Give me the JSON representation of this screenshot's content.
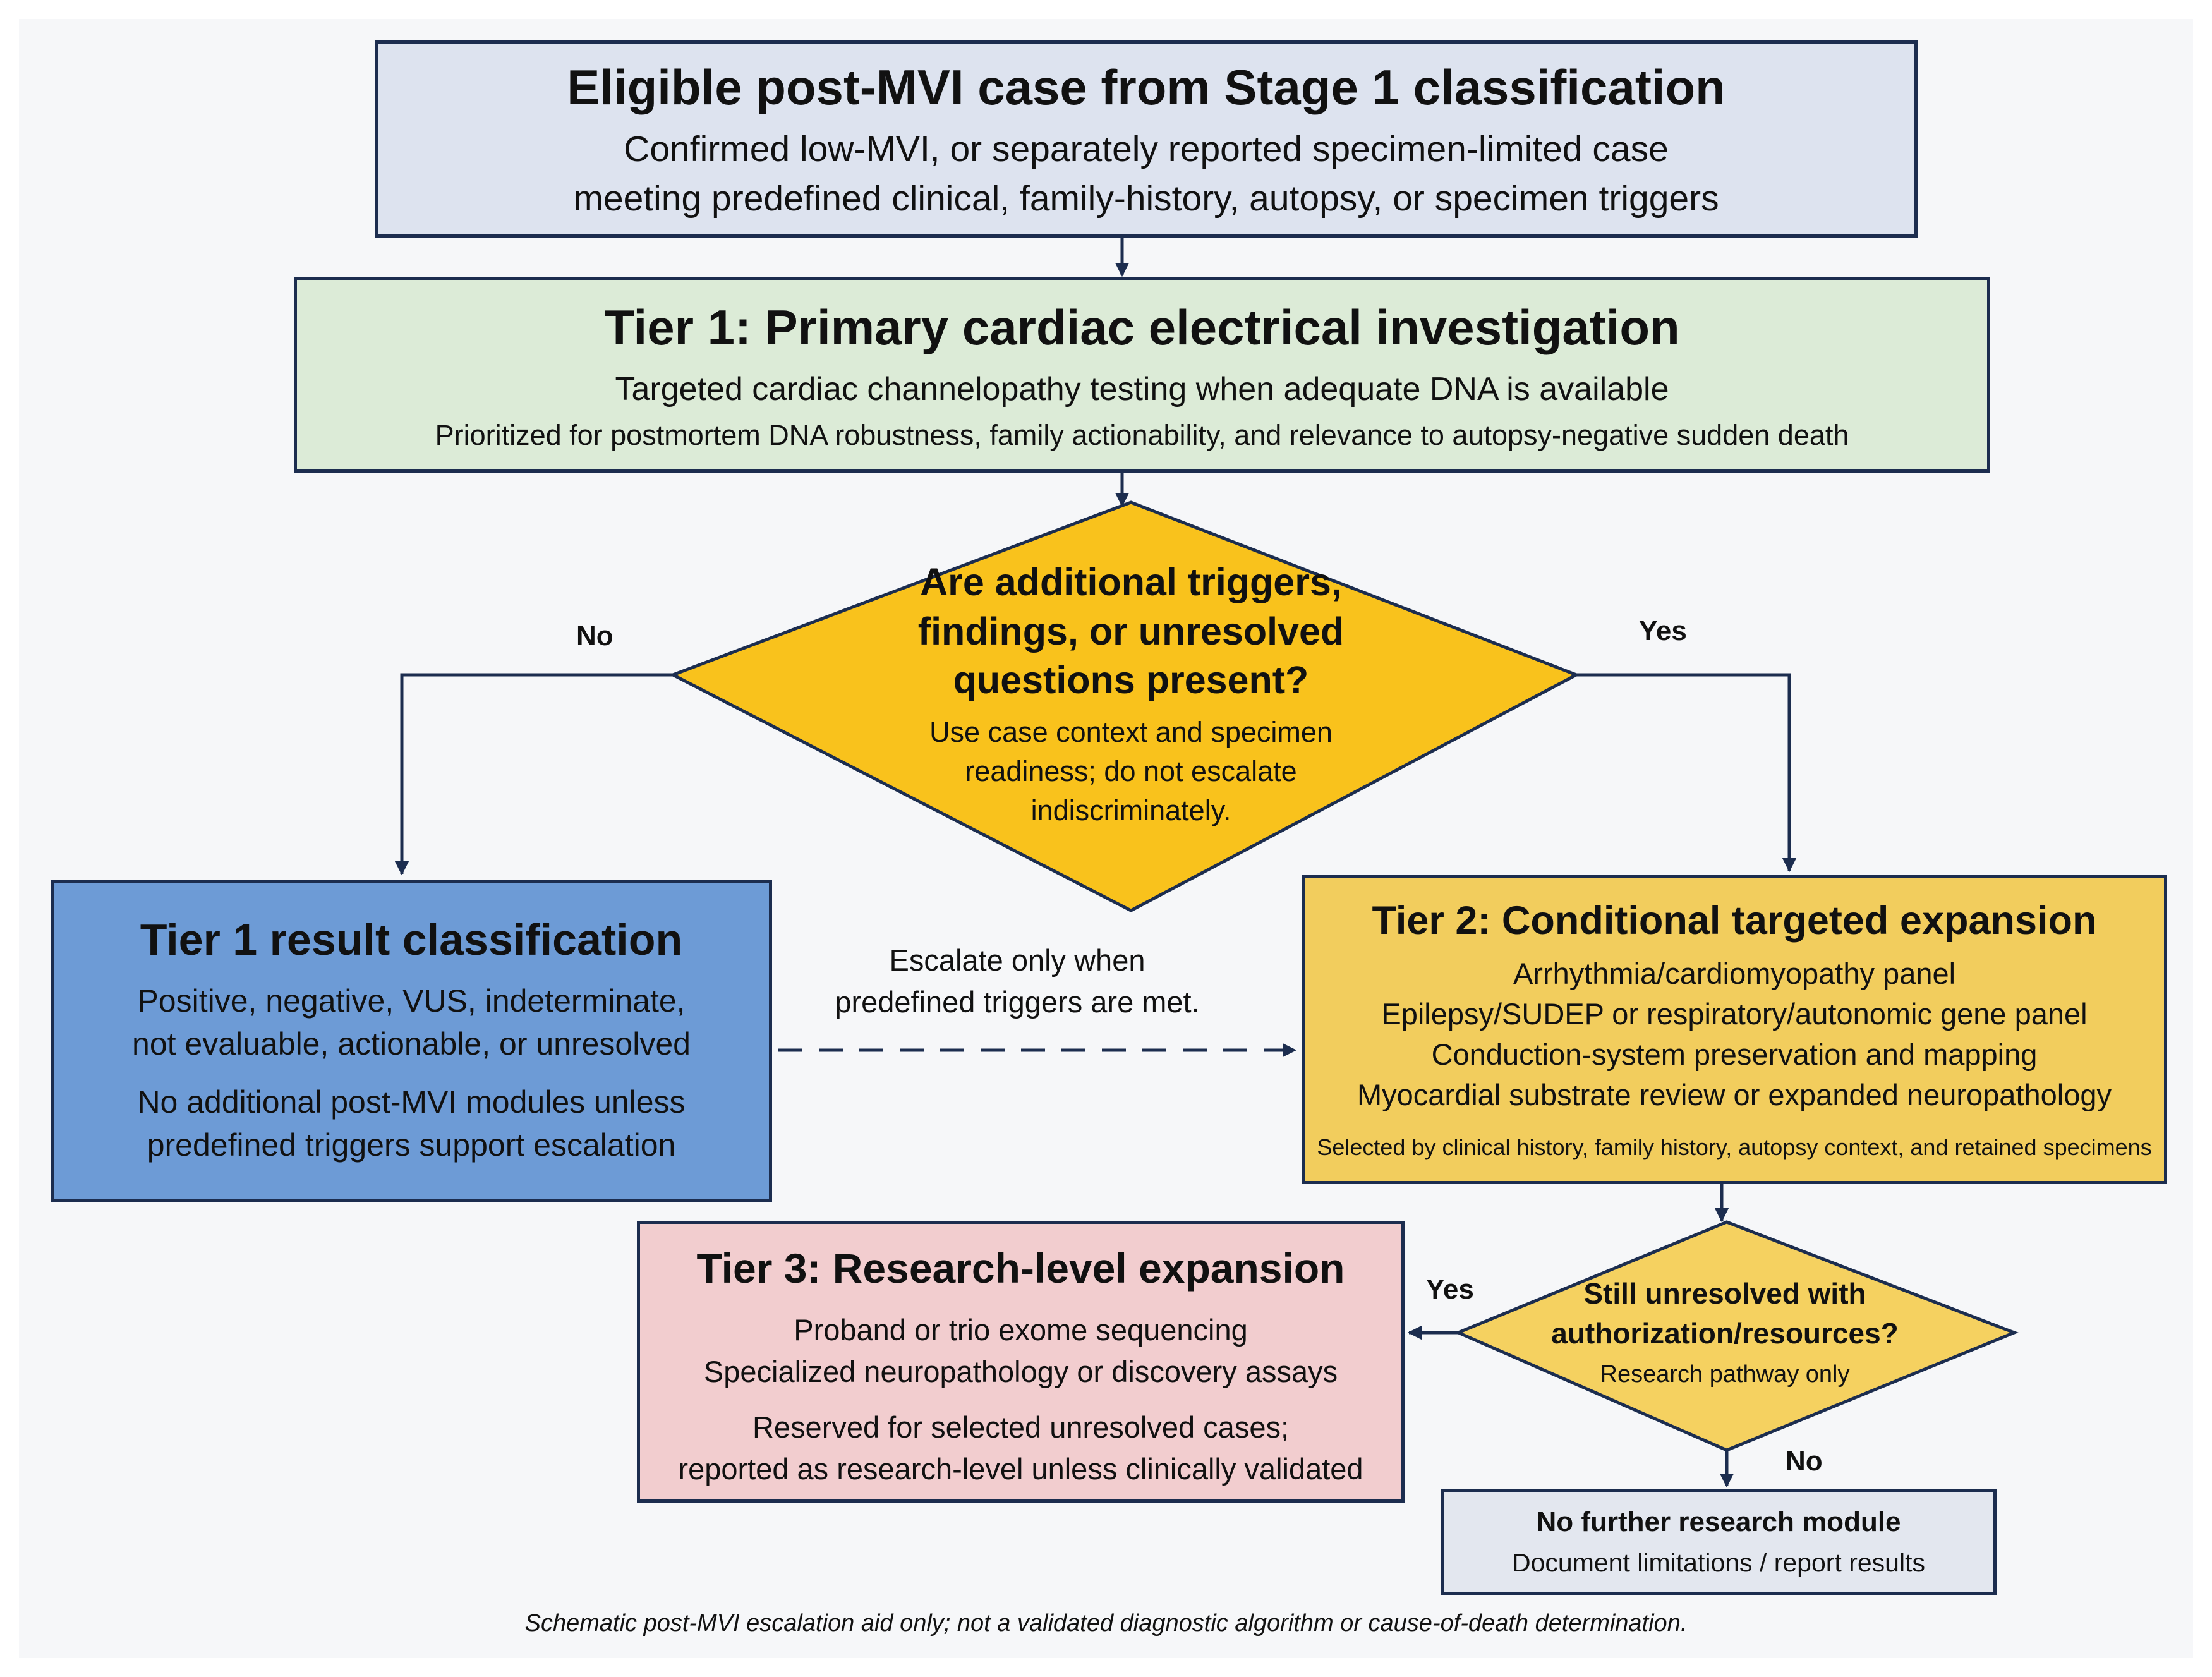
{
  "colors": {
    "top": "#dde3ef",
    "tier1": "#dcebd7",
    "decision": "#f9c21c",
    "result": "#6d9bd6",
    "tier2": "#f2cd5d",
    "tier3": "#f2cdcf",
    "decision2": "#f5d160",
    "end": "#e3e7ef",
    "line": "#1c2d4f"
  },
  "start": {
    "title": "Eligible post-MVI case from Stage 1 classification",
    "line1": "Confirmed low-MVI, or separately reported specimen-limited case",
    "line2": "meeting predefined clinical, family-history, autopsy, or specimen triggers"
  },
  "tier1": {
    "title": "Tier 1: Primary cardiac electrical investigation",
    "line1": "Targeted cardiac channelopathy testing when adequate DNA is available",
    "line2": "Prioritized for postmortem DNA robustness, family actionability, and relevance to autopsy-negative sudden death"
  },
  "decision": {
    "q1": "Are additional triggers,",
    "q2": "findings, or unresolved",
    "q3": "questions present?",
    "n1": "Use case context and specimen",
    "n2": "readiness; do not escalate",
    "n3": "indiscriminately.",
    "no": "No",
    "yes": "Yes"
  },
  "result": {
    "title": "Tier 1 result classification",
    "line1": "Positive, negative, VUS, indeterminate,",
    "line2": "not evaluable, actionable, or unresolved",
    "line3": "No additional post-MVI modules unless",
    "line4": "predefined triggers support escalation"
  },
  "escalate": {
    "line1": "Escalate only when",
    "line2": "predefined triggers are met."
  },
  "tier2": {
    "title": "Tier 2: Conditional targeted expansion",
    "items": [
      "Arrhythmia/cardiomyopathy panel",
      "Epilepsy/SUDEP or respiratory/autonomic gene panel",
      "Conduction-system preservation and mapping",
      "Myocardial substrate review or expanded neuropathology"
    ],
    "footer": "Selected by clinical history, family history, autopsy context, and retained  specimens"
  },
  "tier3": {
    "title": "Tier 3:  Research-level expansion",
    "line1": "Proband or trio exome sequencing",
    "line2": "Specialized neuropathology or discovery assays",
    "line3": "Reserved for selected unresolved cases;",
    "line4": "reported as research-level unless clinically validated"
  },
  "decision2": {
    "q1": "Still unresolved with",
    "q2": "authorization/resources?",
    "note": "Research pathway only",
    "yes": "Yes",
    "no": "No"
  },
  "end": {
    "title": "No further research module",
    "line1": "Document limitations / report results"
  },
  "footnote": "Schematic post-MVI escalation aid only; not a validated diagnostic algorithm or cause-of-death determination."
}
